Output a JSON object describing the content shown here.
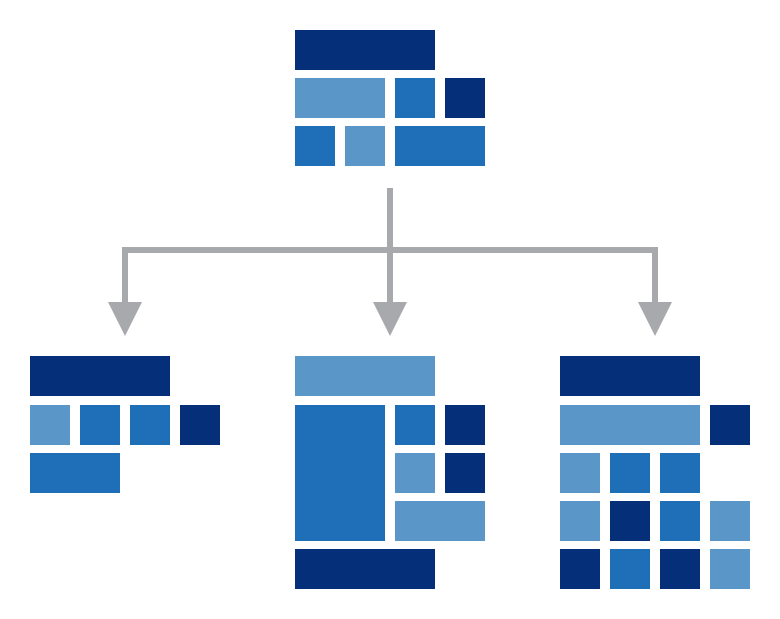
{
  "colors": {
    "navy": "#052f78",
    "mid": "#1f6fb8",
    "light": "#5b96c9",
    "connector": "#a7a9ac",
    "background": "#ffffff"
  },
  "top_layout": {
    "rows": [
      [
        "navy"
      ],
      [
        "light",
        "mid",
        "navy"
      ],
      [
        "mid",
        "light",
        "mid"
      ]
    ]
  },
  "children": [
    {
      "name": "left-layout",
      "rows": [
        [
          "navy"
        ],
        [
          "light",
          "mid",
          "mid",
          "navy"
        ],
        [
          "mid"
        ]
      ]
    },
    {
      "name": "center-layout",
      "rows": [
        [
          "light"
        ],
        [
          "mid",
          "mid",
          "navy"
        ],
        [
          "light",
          "navy"
        ],
        [
          "light"
        ],
        [
          "navy"
        ]
      ]
    },
    {
      "name": "right-layout",
      "rows": [
        [
          "navy"
        ],
        [
          "light",
          "navy"
        ],
        [
          "light",
          "mid",
          "mid"
        ],
        [
          "light",
          "navy",
          "mid",
          "light"
        ],
        [
          "navy",
          "mid",
          "navy",
          "light"
        ]
      ]
    }
  ]
}
